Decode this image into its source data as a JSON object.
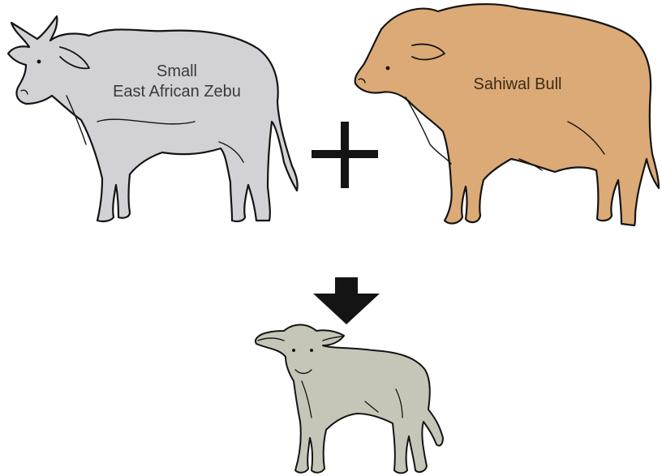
{
  "parents": {
    "zebu": {
      "label_line1": "Small",
      "label_line2": "East African Zebu",
      "fill_color": "#d2d2d6"
    },
    "sahiwal": {
      "label": "Sahiwal Bull",
      "fill_color": "#dcaa76"
    }
  },
  "operator_icon": "plus-icon",
  "result_arrow_icon": "down-arrow-icon",
  "offspring": {
    "fill_color": "#c6c6b8"
  },
  "outline_color": "#141414"
}
